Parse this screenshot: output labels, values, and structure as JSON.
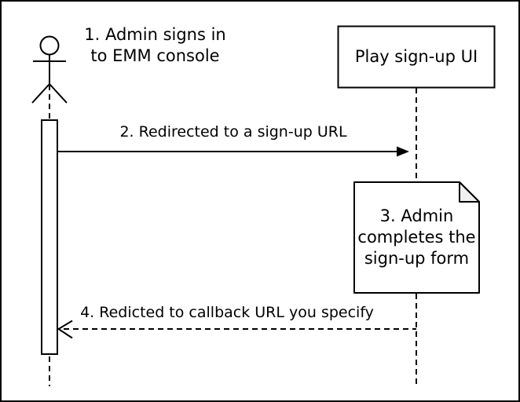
{
  "diagram": {
    "actor_caption": "1. Admin signs in\nto EMM console",
    "participant_label": "Play sign-up UI",
    "messages": [
      {
        "label": "2. Redirected to a sign-up URL",
        "style": "solid",
        "direction": "left-to-right"
      },
      {
        "label": "4. Redicted to callback URL you specify",
        "style": "dashed",
        "direction": "right-to-left"
      }
    ],
    "note_label": "3. Admin\ncompletes the\nsign-up form",
    "colors": {
      "stroke": "#000000",
      "background": "#ffffff",
      "note_fill": "#ffffff",
      "note_fold_fill": "#f0f0f0"
    }
  }
}
